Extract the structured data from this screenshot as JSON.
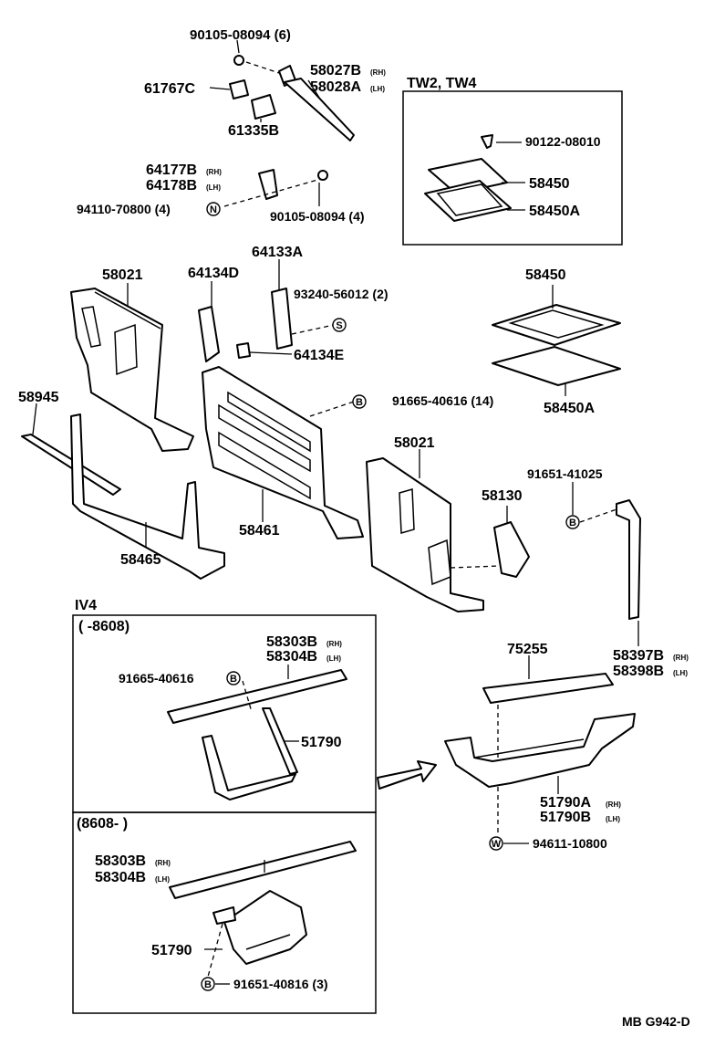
{
  "labels": {
    "bolt_90105_top": "90105-08094 (6)",
    "p58027B": "58027B",
    "p58028A": "58028A",
    "rh": "(RH)",
    "lh": "(LH)",
    "p61767C": "61767C",
    "p61335B": "61335B",
    "p64177B": "64177B",
    "p64178B": "64178B",
    "p94110": "94110-70800 (4)",
    "bolt_90105_mid": "90105-08094 (4)",
    "tw_box_title": "TW2, TW4",
    "p90122": "90122-08010",
    "p58450_box": "58450",
    "p58450A_box": "58450A",
    "p58021_left": "58021",
    "p64134D": "64134D",
    "p64133A": "64133A",
    "p93240": "93240-56012 (2)",
    "p64134E": "64134E",
    "p58450": "58450",
    "p58450A": "58450A",
    "p58945": "58945",
    "p91665_14": "91665-40616 (14)",
    "p58021_right": "58021",
    "p91651_41025": "91651-41025",
    "p58130": "58130",
    "p58461": "58461",
    "p58465": "58465",
    "iv4": "IV4",
    "range_to": "(       -8608)",
    "p58303B_a": "58303B",
    "p58304B_a": "58304B",
    "p91665_40616": "91665-40616",
    "p51790_a": "51790",
    "p75255": "75255",
    "p58397B": "58397B",
    "p58398B": "58398B",
    "p51790A": "51790A",
    "p51790B": "51790B",
    "p94611": "94611-10800",
    "range_from": "(8608-        )",
    "p58303B_b": "58303B",
    "p58304B_b": "58304B",
    "p51790_b": "51790",
    "p91651_40816": "91651-40816 (3)",
    "footer_code": "MB G942-D"
  },
  "symbols": {
    "N": "N",
    "S": "S",
    "B": "B",
    "W": "W"
  }
}
